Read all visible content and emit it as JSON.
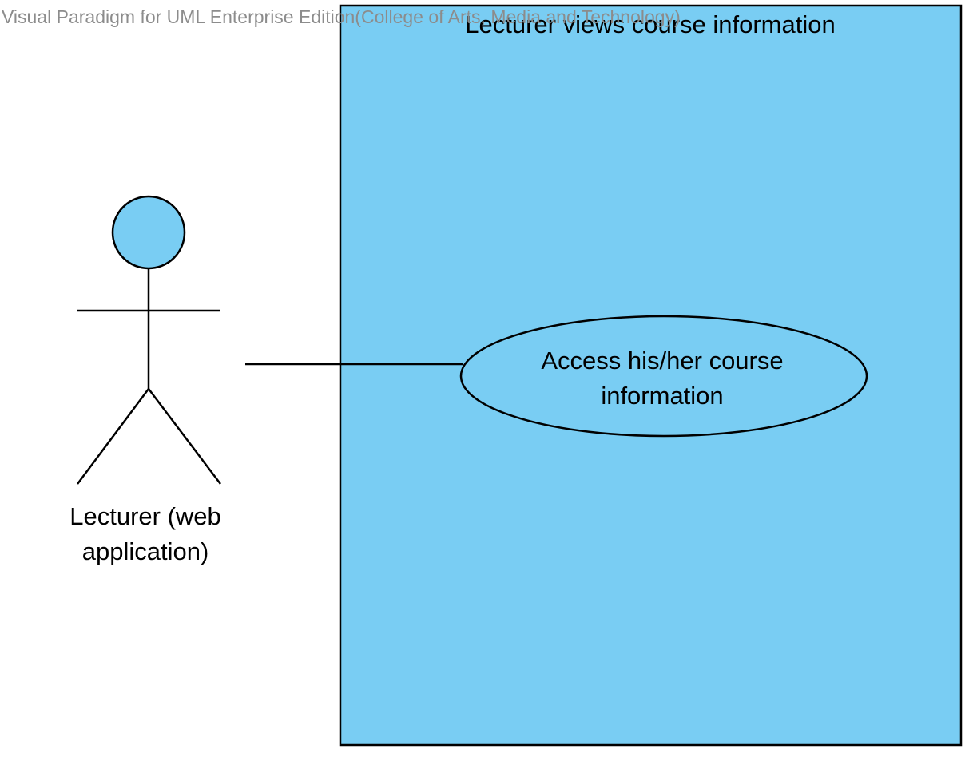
{
  "watermark": {
    "text": "Visual Paradigm for UML Enterprise Edition(College of Arts, Media and Technology)"
  },
  "system_boundary": {
    "title": "Lecturer views course information",
    "fill_color": "#79cdf3",
    "stroke_color": "#000000"
  },
  "actor": {
    "label_lines": [
      "Lecturer (web",
      "application)"
    ],
    "head_color": "#79cdf3"
  },
  "use_case": {
    "label_lines": [
      "Access his/her course",
      "information"
    ],
    "fill_color": "#79cdf3"
  },
  "association": {
    "from": "actor",
    "to": "use_case"
  }
}
